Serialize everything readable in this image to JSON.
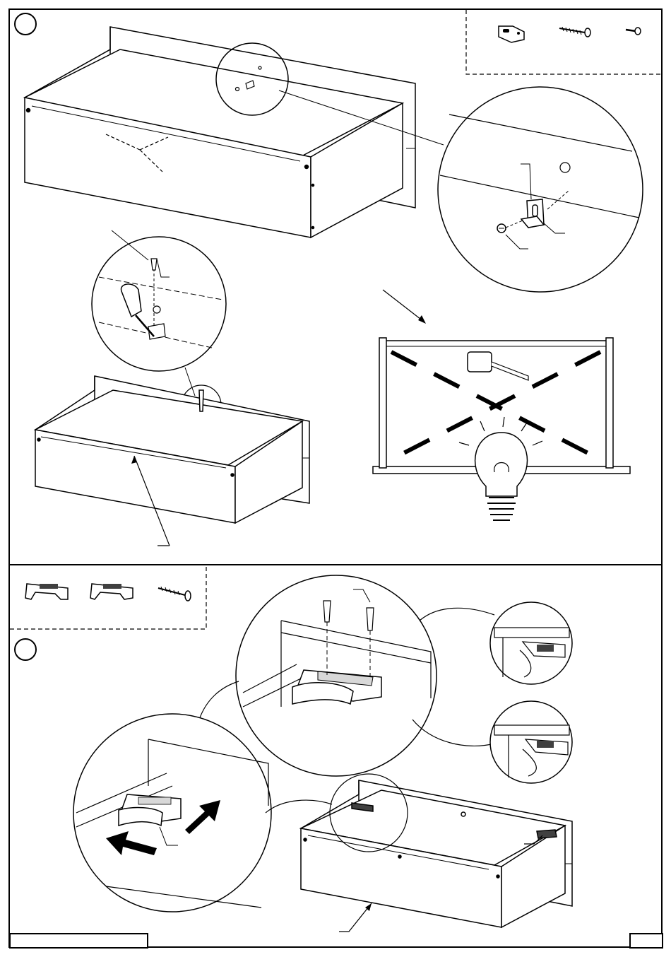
{
  "document": {
    "type": "assembly-instructions",
    "steps": [
      {
        "number": "",
        "parts": [
          "angle-bracket",
          "wood-screw",
          "short-screw"
        ]
      },
      {
        "number": "",
        "parts": [
          "drawer-clip-left",
          "drawer-clip-right",
          "wood-screw"
        ]
      }
    ],
    "footer": {
      "left_text": "",
      "page_number": ""
    }
  },
  "colors": {
    "line": "#000000",
    "paper": "#ffffff",
    "shade": "#d8d8d8",
    "dark": "#404040"
  }
}
